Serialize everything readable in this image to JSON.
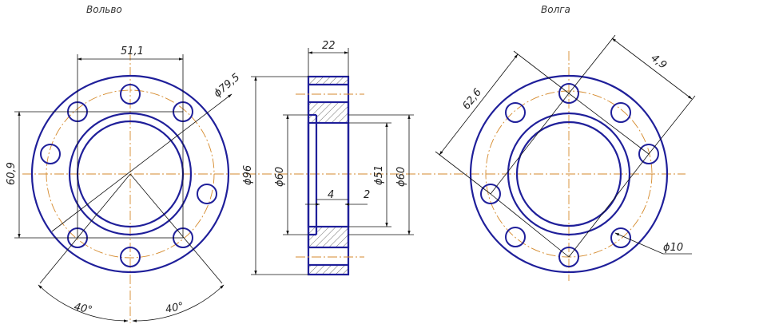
{
  "titles": {
    "left": "Вольво",
    "right": "Волга"
  },
  "left_view": {
    "dims": {
      "width_between_holes": "51,1",
      "bolt_circle": "ϕ79,5",
      "height_between_holes": "60,9",
      "angle_left": "40°",
      "angle_right": "40°"
    }
  },
  "section_view": {
    "dims": {
      "thickness": "22",
      "outer_diameter": "ϕ96",
      "inner_left_diameter": "ϕ60",
      "bore_diameter": "ϕ51",
      "inner_right_diameter": "ϕ60",
      "step_4": "4",
      "step_2": "2"
    }
  },
  "right_view": {
    "dims": {
      "diagonal_distance": "62,6",
      "hole_spacing": "4,9",
      "hole_diameter": "ϕ10"
    }
  },
  "colors": {
    "outline": "#1f1f9a",
    "centerline": "#d58a2c",
    "dimension": "#111111"
  }
}
